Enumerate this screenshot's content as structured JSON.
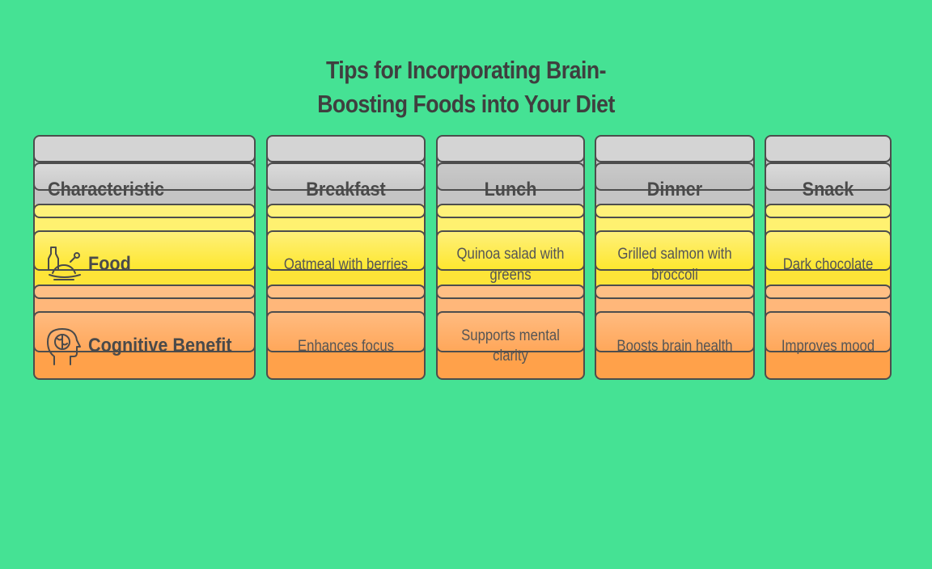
{
  "title": {
    "line1": "Tips for Incorporating Brain-",
    "line2": "Boosting Foods into Your Diet"
  },
  "columns": [
    {
      "header": "Characteristic"
    },
    {
      "header": "Breakfast"
    },
    {
      "header": "Lunch"
    },
    {
      "header": "Dinner"
    },
    {
      "header": "Snack"
    }
  ],
  "rows": {
    "food": {
      "label": "Food",
      "icon": "chicken-bottle-icon",
      "values": {
        "breakfast": "Oatmeal with berries",
        "lunch_1": "Quinoa salad with",
        "lunch_2": "greens",
        "dinner_1": "Grilled salmon with",
        "dinner_2": "broccoli",
        "snack": "Dark chocolate"
      }
    },
    "benefit": {
      "label": "Cognitive Benefit",
      "icon": "brain-head-icon",
      "values": {
        "breakfast": "Enhances focus",
        "lunch_1": "Supports mental",
        "lunch_2": "clarity",
        "dinner": "Boosts brain health",
        "snack": "Improves mood"
      }
    }
  },
  "colors": {
    "background": "#45e294",
    "header": "#d2d2d2",
    "food_row": "#fde438",
    "benefit_row": "#ffa14a",
    "border": "#4d4d4d"
  }
}
